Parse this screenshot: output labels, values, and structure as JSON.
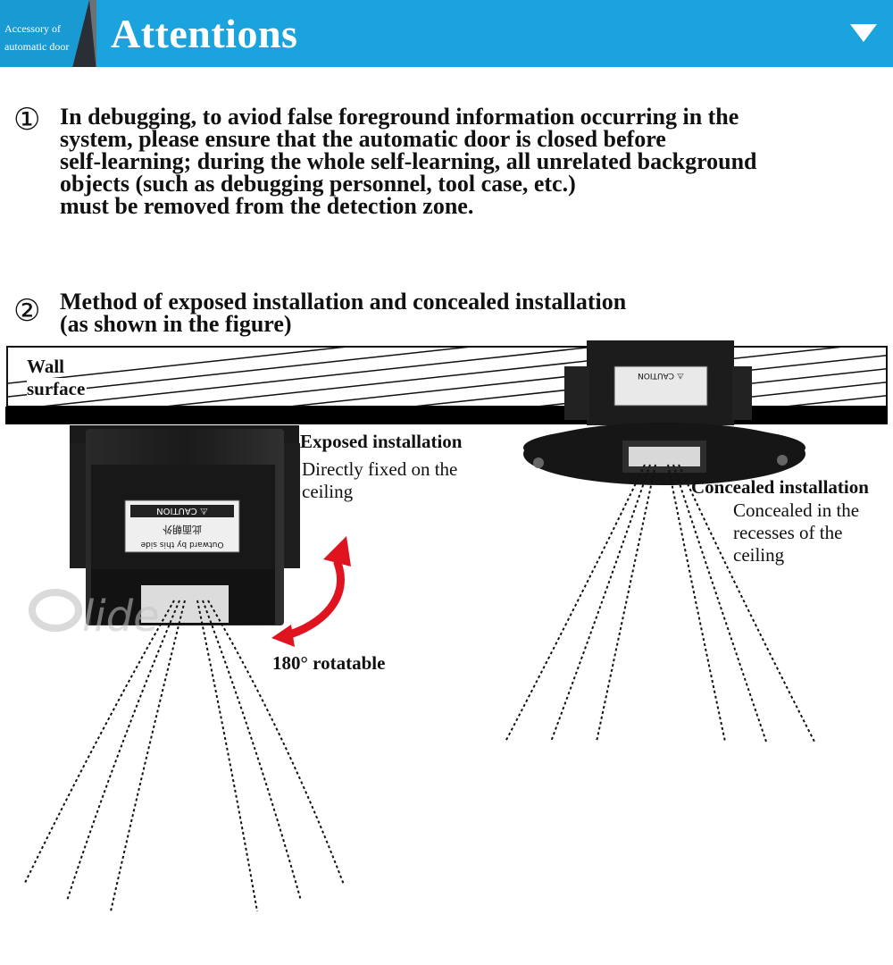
{
  "header": {
    "tag_line1": "Accessory of",
    "tag_line2": "automatic door",
    "title": "Attentions",
    "dropdown_icon": "triangle-down-icon"
  },
  "section1": {
    "number": "①",
    "lines": [
      "In debugging, to aviod false foreground information occurring in the",
      "system, please ensure that the automatic door is closed before",
      "self-learning; during the whole self-learning, all unrelated background",
      "objects (such as debugging personnel, tool case, etc.)",
      "must be removed from the detection zone."
    ]
  },
  "section2": {
    "number": "②",
    "lines": [
      "Method of exposed installation and concealed installation",
      "(as shown in the figure)"
    ]
  },
  "figure": {
    "wall_line1": "Wall",
    "wall_line2": "surface",
    "exposed_title": "Exposed installation",
    "exposed_desc1": "Directly fixed on the",
    "exposed_desc2": "ceiling",
    "rotatable": "180° rotatable",
    "concealed_title": "Concealed installation",
    "concealed_desc1": "Concealed in the",
    "concealed_desc2": "recesses of the",
    "concealed_desc3": "ceiling",
    "caution_label": "⚠ CAUTION",
    "caution_cn": "此面朝外",
    "caution_outward": "Outward by this side",
    "watermark": "Olide",
    "colors": {
      "banner": "#1aa3dc",
      "arrow": "#e0141e",
      "device": "#1c1c1c"
    }
  }
}
